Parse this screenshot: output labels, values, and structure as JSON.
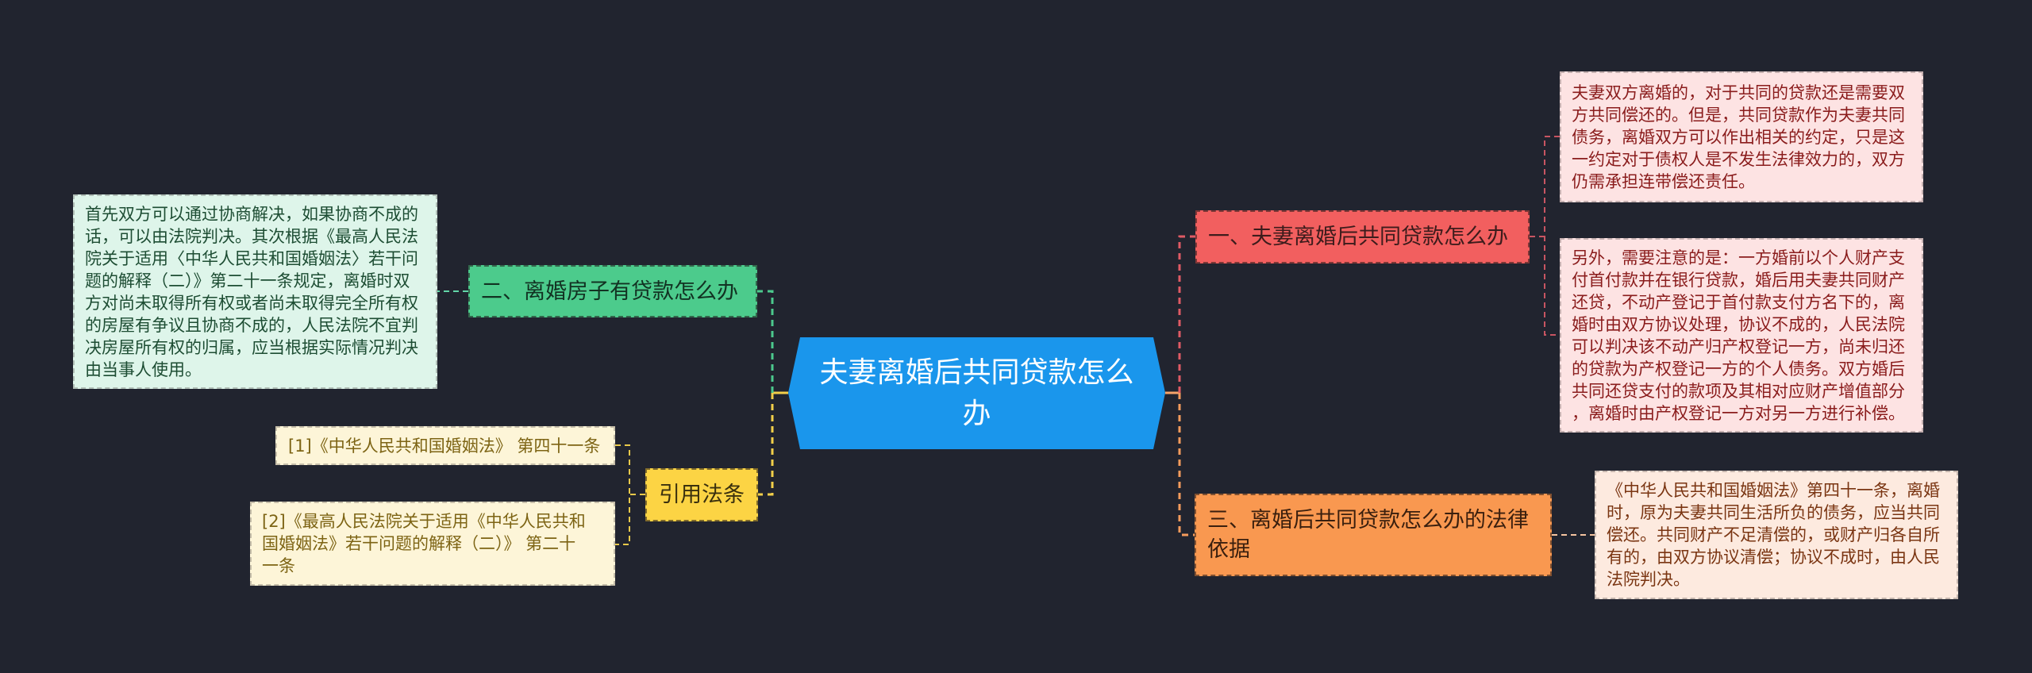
{
  "root": {
    "lines": [
      "夫妻离婚后共同贷款怎么",
      "办"
    ],
    "color": "#1a96ec"
  },
  "branches": [
    {
      "label_lines": [
        "一、夫妻离婚后共同贷款怎么办"
      ],
      "color": "#f25f5f",
      "details": [
        {
          "lines": [
            "夫妻双方离婚的，对于共同的贷款还是需要双",
            "方共同偿还的。但是，共同贷款作为夫妻共同",
            "债务，离婚双方可以作出相关的约定，只是这",
            "一约定对于债权人是不发生法律效力的，双方",
            "仍需承担连带偿还责任。"
          ]
        },
        {
          "lines": [
            "另外，需要注意的是：一方婚前以个人财产支",
            "付首付款并在银行贷款，婚后用夫妻共同财产",
            "还贷，不动产登记于首付款支付方名下的，离",
            "婚时由双方协议处理，协议不成的，人民法院",
            "可以判决该不动产归产权登记一方，尚未归还",
            "的贷款为产权登记一方的个人债务。双方婚后",
            "共同还贷支付的款项及其相对应财产增值部分",
            "，离婚时由产权登记一方对另一方进行补偿。"
          ]
        }
      ]
    },
    {
      "label_lines": [
        "二、离婚房子有贷款怎么办"
      ],
      "color": "#4ccb8c",
      "details": [
        {
          "lines": [
            "首先双方可以通过协商解决，如果协商不成的",
            "话，可以由法院判决。其次根据《最高人民法",
            "院关于适用〈中华人民共和国婚姻法〉若干问",
            "题的解释（二）》第二十一条规定，离婚时双",
            "方对尚未取得所有权或者尚未取得完全所有权",
            "的房屋有争议且协商不成的，人民法院不宜判",
            "决房屋所有权的归属，应当根据实际情况判决",
            "由当事人使用。"
          ]
        }
      ]
    },
    {
      "label_lines": [
        "三、离婚后共同贷款怎么办的法律",
        "依据"
      ],
      "color": "#f99850",
      "details": [
        {
          "lines": [
            "《中华人民共和国婚姻法》第四十一条，离婚",
            "时，原为夫妻共同生活所负的债务，应当共同",
            "偿还。共同财产不足清偿的，或财产归各自所",
            "有的，由双方协议清偿；协议不成时，由人民",
            "法院判决。"
          ]
        }
      ]
    },
    {
      "label_lines": [
        "引用法条"
      ],
      "color": "#fcd444",
      "details": [
        {
          "lines": [
            "[1]《中华人民共和国婚姻法》 第四十一条"
          ]
        },
        {
          "lines": [
            "[2]《最高人民法院关于适用《中华人民共和",
            "国婚姻法》若干问题的解释（二）》 第二十",
            "一条"
          ]
        }
      ]
    }
  ]
}
